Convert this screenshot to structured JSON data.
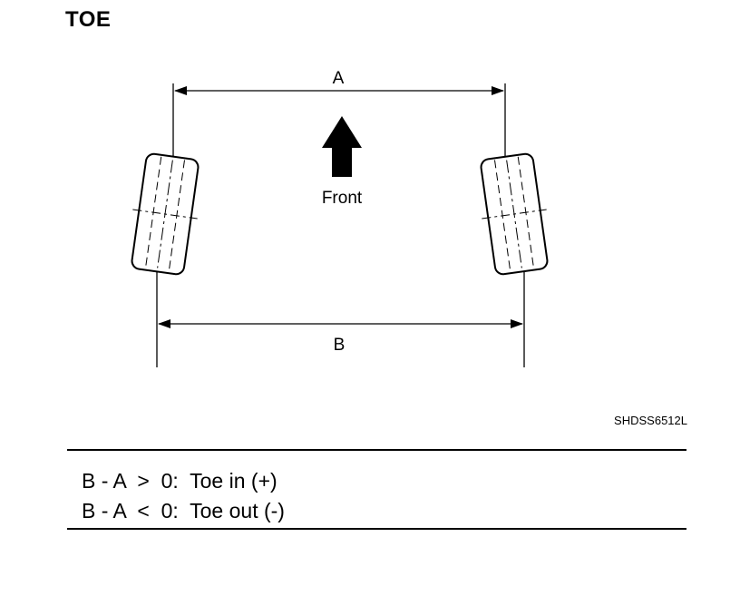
{
  "title": "TOE",
  "labels": {
    "dim_a": "A",
    "dim_b": "B",
    "direction": "Front"
  },
  "figure_code": "SHDSS6512L",
  "legend": [
    {
      "expr": "B - A  >  0:",
      "meaning": "Toe in (+)"
    },
    {
      "expr": "B - A  <  0:",
      "meaning": "Toe out (-)"
    }
  ]
}
